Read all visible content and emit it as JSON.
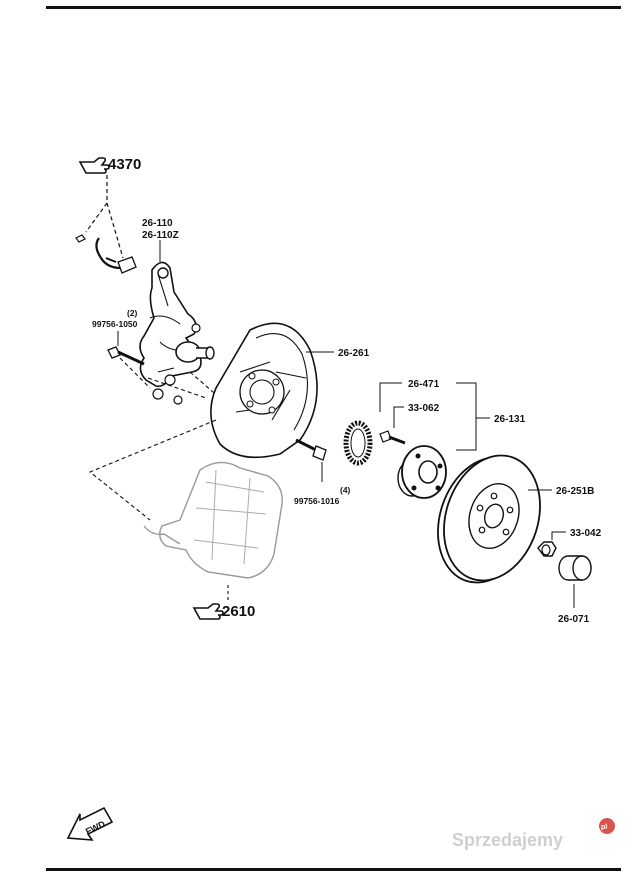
{
  "references": {
    "ref_4370": "4370",
    "ref_2610": "2610"
  },
  "parts": {
    "knuckle_a": "26-110",
    "knuckle_b": "26-110Z",
    "bolt_qty": "(2)",
    "bolt_part": "99756-1050",
    "dust_shield": "26-261",
    "abs_ring": "26-471",
    "hub_bolt": "33-062",
    "hub_assembly": "26-131",
    "screw_qty": "(4)",
    "screw_part": "99756-1016",
    "brake_disc": "26-251B",
    "lock_nut": "33-042",
    "hub_cap": "26-071"
  },
  "direction_marker": "FWD",
  "watermark": {
    "text": "Sprzedajemy",
    "badge": "pl"
  }
}
